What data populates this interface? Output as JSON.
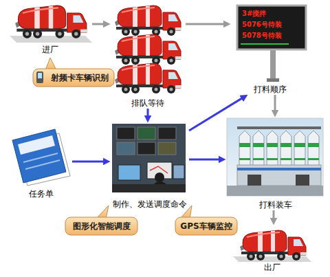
{
  "diagram": {
    "nodes": [
      {
        "text": [
          "进厂"
        ]
      },
      {
        "text": [
          "排队等待"
        ]
      },
      {
        "text": [
          "打料顺序"
        ]
      },
      {
        "text": [
          "射频卡车辆识别"
        ]
      },
      {
        "text": [
          "任务单"
        ]
      },
      {
        "text": [
          "制作、发送调度命令"
        ]
      },
      {
        "text": [
          "打料装车"
        ]
      },
      {
        "text": [
          "图形化智能调度"
        ]
      },
      {
        "text": [
          "GPS车辆监控"
        ]
      },
      {
        "text": [
          "出厂"
        ]
      }
    ],
    "edges": [
      {
        "from": 0,
        "to": 1,
        "arrow": "to"
      },
      {
        "from": 1,
        "to": 2,
        "arrow": "to"
      },
      {
        "from": 1,
        "to": 5,
        "arrow": "to"
      },
      {
        "from": 5,
        "to": 2,
        "arrow": "to"
      },
      {
        "from": 4,
        "to": 5,
        "arrow": "to"
      },
      {
        "from": 5,
        "to": 6,
        "arrow": "to"
      },
      {
        "from": 2,
        "to": 6,
        "arrow": "to"
      },
      {
        "from": 6,
        "to": 9,
        "arrow": "to"
      }
    ],
    "labels": [
      "3#搅拌",
      "5076号待装",
      "5078号待装"
    ]
  }
}
